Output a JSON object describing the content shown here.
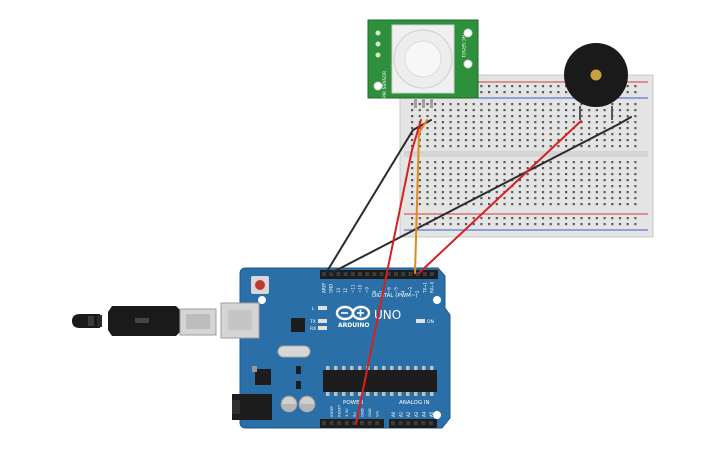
{
  "colors": {
    "background": "#ffffff",
    "board_blue": "#2a6fa8",
    "board_edge": "#1f5a8a",
    "breadboard": "#e6e6e6",
    "pir_pcb": "#2e8f3c",
    "wire_black": "#2b2b2b",
    "wire_red": "#d8201e",
    "wire_orange": "#e08a1b",
    "buzzer": "#1a1a1a",
    "buzzer_center": "#c8a040"
  },
  "arduino": {
    "brand": "ARDUINO",
    "model": "UNO",
    "digital_header": "DIGITAL (PWM~)",
    "power_header": "POWER",
    "analog_header": "ANALOG IN",
    "on_label": "ON",
    "led_l": "L",
    "led_tx": "TX",
    "led_rx": "RX",
    "top_pins": [
      "AREF",
      "GND",
      "13",
      "12",
      "~11",
      "~10",
      "~9",
      "8",
      "7",
      "~6",
      "~5",
      "4",
      "~3",
      "2",
      "TX→1",
      "RX←0"
    ],
    "power_pins": [
      "IOREF",
      "RESET",
      "3.3V",
      "5V",
      "GND",
      "GND",
      "Vin"
    ],
    "analog_pins": [
      "A0",
      "A1",
      "A2",
      "A3",
      "A4",
      "A5"
    ]
  },
  "pir": {
    "label_left": "PIR SENSOR",
    "label_right": "HC-SR501"
  },
  "icons": {
    "usb": "usb-cable-icon",
    "arduino_logo": "infinity-logo-icon",
    "buzzer": "piezo-buzzer-icon",
    "pir": "pir-dome-icon"
  }
}
